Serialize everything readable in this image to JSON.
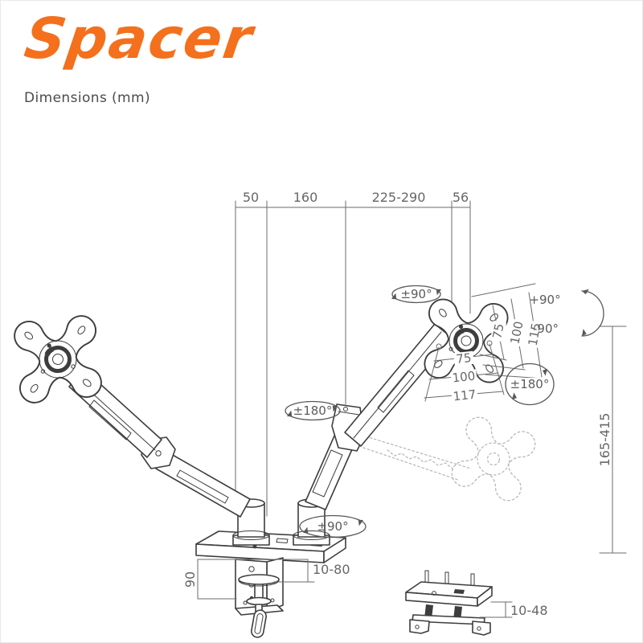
{
  "brand": {
    "logo_text": "Spacer"
  },
  "page": {
    "subtitle": "Dimensions (mm)"
  },
  "dims": {
    "top_width_segments": {
      "s1": "50",
      "s2": "160",
      "s3": "225-290",
      "s4": "56"
    },
    "vesa_vertical": {
      "d1": "75",
      "d2": "100",
      "d3": "115"
    },
    "vesa_horizontal": {
      "d1": "75",
      "d2": "100",
      "d3": "117"
    },
    "height_range": "165-415",
    "clamp_depth": "90",
    "clamp_desk_thickness": "10-80",
    "grommet_desk_thickness": "10-48"
  },
  "rotations": {
    "head_swivel_top": "±90°",
    "tilt_up": "+90°",
    "tilt_down": "-90°",
    "arm_rotation_mid": "±180°",
    "screen_rotation": "±180°",
    "base_swivel": "±90°"
  },
  "colors": {
    "brand_orange": "#F4701D",
    "line": "#3d3d3d",
    "dimension": "#6a6a6a"
  }
}
